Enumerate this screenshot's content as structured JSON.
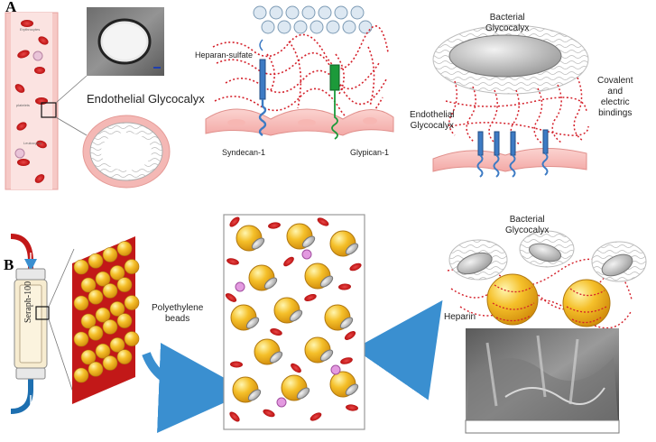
{
  "panels": {
    "a": "A",
    "b": "B"
  },
  "vessel_labels": {
    "erythrocytes": "Erythrocytes",
    "platelets": "platelets",
    "leukocytes": "Leukocytes"
  },
  "endothelial_glycocalyx": "Endothelial Glycocalyx",
  "molecules": {
    "heparan_sulfate": "Heparan-sulfate",
    "syndecan": "Syndecan-1",
    "glypican": "Glypican-1"
  },
  "binding": {
    "bacterial_glycocalyx_line1": "Bacterial",
    "bacterial_glycocalyx_line2": "Glycocalyx",
    "covalent_line1": "Covalent",
    "covalent_line2": "and",
    "covalent_line3": "electric",
    "covalent_line4": "bindings",
    "endothelial_line1": "Endothelial",
    "endothelial_line2": "Glycocalyx"
  },
  "device_label": "Seraph-100",
  "beads_line1": "Polyethylene",
  "beads_line2": "beads",
  "heparin": "Heparin",
  "colors": {
    "red_dash": "#d4202a",
    "gold": "#f2b21a",
    "rbc": "#cc1f1f",
    "blue_tube": "#1d6fb0",
    "arrow": "#3a8fd0",
    "glypican": "#1c9a3a",
    "syndecan": "#3d7bc4"
  }
}
